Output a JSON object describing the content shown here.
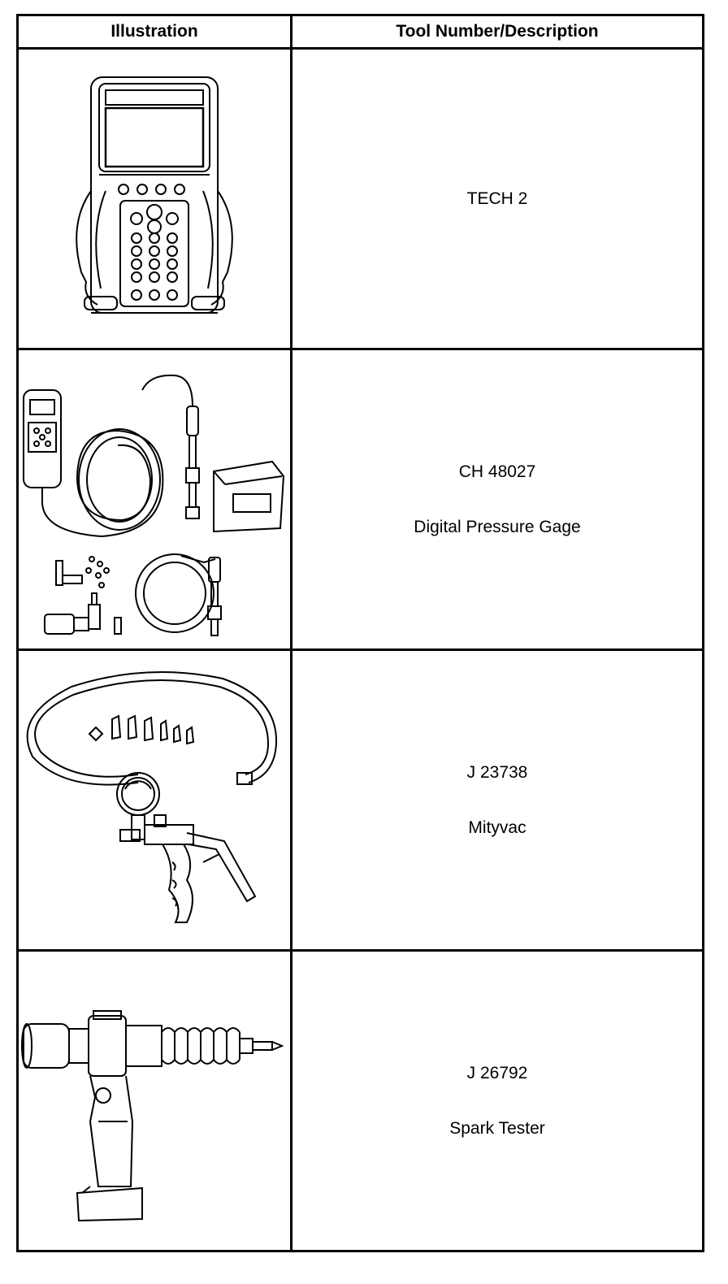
{
  "table": {
    "headers": {
      "illustration": "Illustration",
      "tool": "Tool Number/Description"
    },
    "rows": [
      {
        "tool_number": "TECH 2",
        "description": "",
        "illustration_icon": "scan-tool-icon"
      },
      {
        "tool_number": "CH 48027",
        "description": "Digital Pressure Gage",
        "illustration_icon": "pressure-gage-kit-icon"
      },
      {
        "tool_number": "J 23738",
        "description": "Mityvac",
        "illustration_icon": "vacuum-pump-icon"
      },
      {
        "tool_number": "J 26792",
        "description": "Spark Tester",
        "illustration_icon": "spark-tester-icon"
      }
    ]
  }
}
